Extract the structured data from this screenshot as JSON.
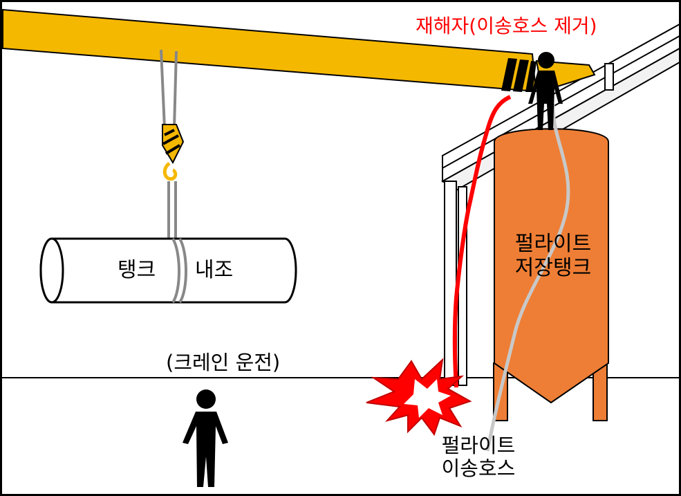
{
  "labels": {
    "victim": "재해자(이송호스 제거)",
    "tank_part_left": "탱크",
    "tank_part_right": "내조",
    "crane_operation": "(크레인 운전)",
    "storage_tank_line1": "펄라이트",
    "storage_tank_line2": "저장탱크",
    "hose_line1": "펄라이트",
    "hose_line2": "이송호스"
  },
  "colors": {
    "crane_beam": "#F5B800",
    "storage_tank": "#EE7E35",
    "hazard_hose": "#FF0000",
    "victim_text": "#FF0000",
    "explosion": "#FF0000"
  }
}
